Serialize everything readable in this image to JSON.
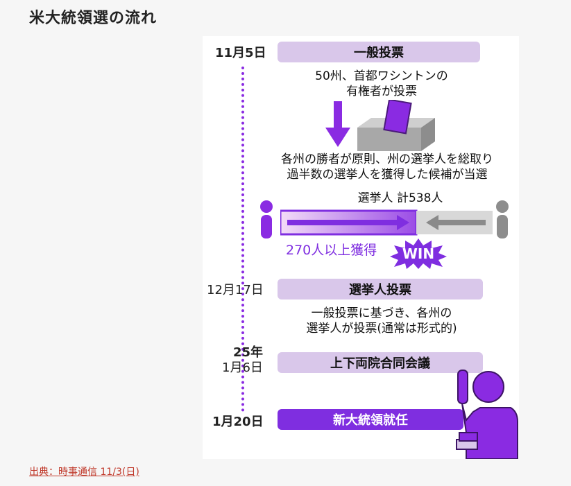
{
  "page": {
    "title": "米大統領選の流れ"
  },
  "source_link": "出典：時事通信 11/3(日)",
  "diagram": {
    "steps": [
      {
        "date": "11月5日",
        "label": "一般投票",
        "note_lines": [
          "50州、首都ワシントンの",
          "有権者が投票"
        ]
      },
      {
        "label": "",
        "note_lines": [
          "各州の勝者が原則、州の選挙人を総取り",
          "過半数の選挙人を獲得した候補が当選"
        ]
      },
      {
        "date": "12月17日",
        "label": "選挙人投票",
        "note_lines": [
          "一般投票に基づき、各州の",
          "選挙人が投票(通常は形式的)"
        ]
      },
      {
        "date_year": "25年",
        "date": "1月6日",
        "label": "上下両院合同会議"
      },
      {
        "date": "1月20日",
        "label": "新大統領就任"
      }
    ],
    "electors": {
      "total_label": "選挙人 計538人",
      "win_label": "270人以上獲得",
      "win_badge": "WIN"
    },
    "colors": {
      "purple": "#7f2ee0",
      "light_band": "#d9c7ea",
      "gray": "#9a9a9a"
    }
  }
}
